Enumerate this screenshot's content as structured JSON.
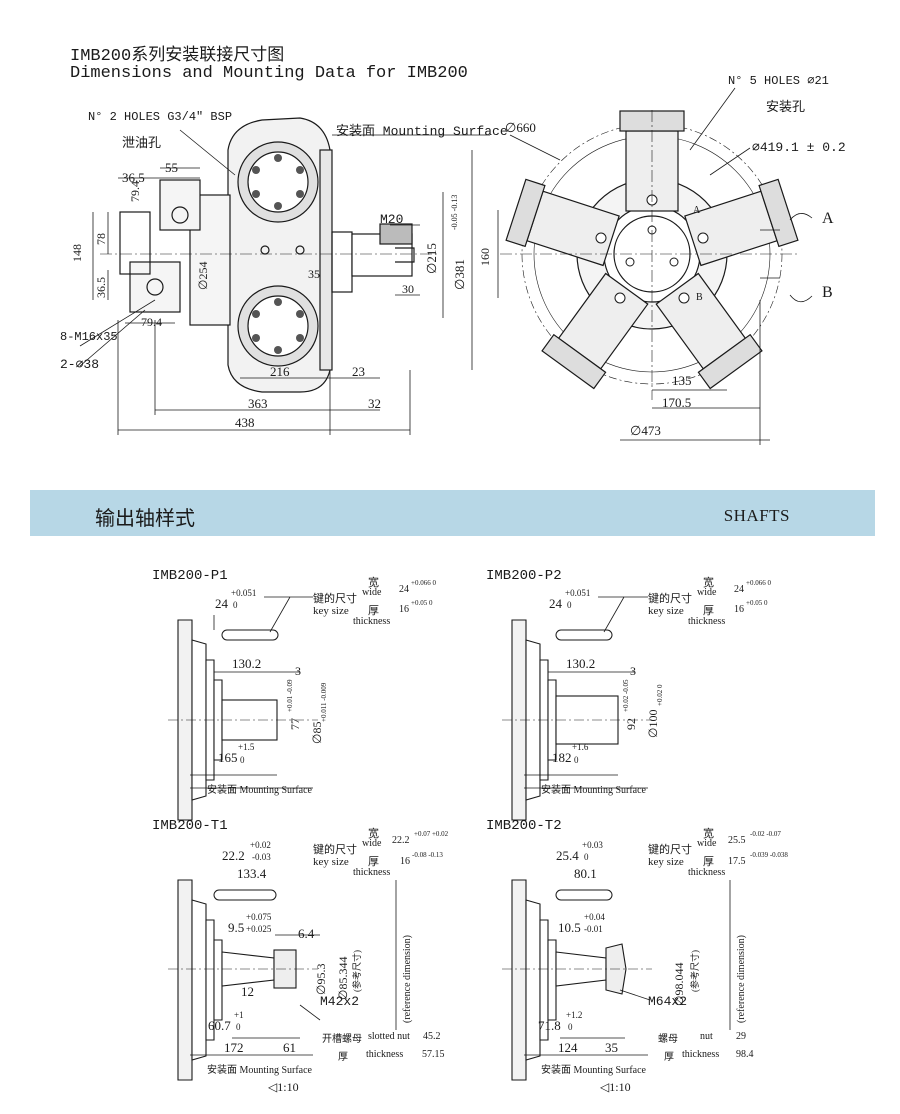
{
  "header": {
    "title_cn": "IMB200系列安装联接尺寸图",
    "title_en": "Dimensions and Mounting Data for IMB200"
  },
  "main_drawing": {
    "holes_label": "N° 2 HOLES G3/4\" BSP",
    "drain_label": "泄油孔",
    "mounting_surface_label": "安装面 Mounting Surface",
    "dims": {
      "d36_5_top": "36.5",
      "d55": "55",
      "d79_4_top": "79.4",
      "d78": "78",
      "d148": "148",
      "d36_5_left": "36.5",
      "d79_4_bottom": "79.4",
      "bolts": "8-M16x35",
      "holes38": "2-∅38",
      "d254": "∅254",
      "d35": "35",
      "m20": "M20",
      "d30": "30",
      "d215": "∅215",
      "d381": "∅381",
      "d381_tol": "-0.05 -0.13",
      "d216": "216",
      "d23": "23",
      "d363": "363",
      "d32": "32",
      "d438": "438"
    },
    "right_view": {
      "holes_label": "N° 5 HOLES ∅21",
      "mount_hole_cn": "安装孔",
      "d660": "∅660",
      "d419": "∅419.1 ± 0.2",
      "d160": "160",
      "d135": "135",
      "d170_5": "170.5",
      "d473": "∅473",
      "port_a": "A",
      "port_b": "B"
    }
  },
  "section_band": {
    "cn": "输出轴样式",
    "en": "SHAFTS"
  },
  "shafts": {
    "p1": {
      "name": "IMB200-P1",
      "d24": "24",
      "d24_tol_up": "+0.051",
      "d24_tol_lo": "0",
      "key_cn": "键的尺寸",
      "key_en": "key size",
      "wide_cn": "宽",
      "wide_en": "wide",
      "wide_val": "24",
      "wide_tol": "+0.066 0",
      "thick_cn": "厚",
      "thick_en": "thickness",
      "thick_val": "16",
      "thick_tol": "+0.05 0",
      "d130_2": "130.2",
      "d3": "3",
      "d77": "77",
      "d77_tol": "+0.01 -0.09",
      "d85": "∅85",
      "d85_tol": "+0.011 -0.009",
      "d165": "165",
      "d165_tol_up": "+1.5",
      "d165_tol_lo": "0",
      "mounting": "安装面 Mounting Surface"
    },
    "p2": {
      "name": "IMB200-P2",
      "d24": "24",
      "d24_tol_up": "+0.051",
      "d24_tol_lo": "0",
      "key_cn": "键的尺寸",
      "key_en": "key size",
      "wide_cn": "宽",
      "wide_en": "wide",
      "wide_val": "24",
      "wide_tol": "+0.066 0",
      "thick_cn": "厚",
      "thick_en": "thickness",
      "thick_val": "16",
      "thick_tol": "+0.05 0",
      "d130_2": "130.2",
      "d3": "3",
      "d92": "92",
      "d92_tol": "+0.02 -0.05",
      "d100": "∅100",
      "d100_tol": "+0.02 0",
      "d182": "182",
      "d182_tol_up": "+1.6",
      "d182_tol_lo": "0",
      "mounting": "安装面 Mounting Surface"
    },
    "t1": {
      "name": "IMB200-T1",
      "d22_2": "22.2",
      "d22_2_tol_up": "+0.02",
      "d22_2_tol_lo": "-0.03",
      "key_cn": "键的尺寸",
      "key_en": "key size",
      "wide_cn": "宽",
      "wide_en": "wide",
      "wide_val": "22.2",
      "wide_tol": "+0.07 +0.02",
      "thick_cn": "厚",
      "thick_en": "thickness",
      "thick_val": "16",
      "thick_tol": "-0.08 -0.13",
      "d133_4": "133.4",
      "d9_5": "9.5",
      "d9_5_tol_up": "+0.075",
      "d9_5_tol_lo": "+0.025",
      "d6_4": "6.4",
      "d95_3": "∅95.3",
      "d85_344": "∅85.344",
      "ref_dim": "(reference dimension)",
      "ref_cn": "(参考尺寸)",
      "d12": "12",
      "m42": "M42x2",
      "d60_7": "60.7",
      "d60_7_tol_up": "+1",
      "d60_7_tol_lo": "0",
      "d172": "172",
      "d61": "61",
      "nut_cn": "开槽螺母",
      "nut_en": "slotted nut",
      "nut_val": "45.2",
      "thick2_cn": "厚",
      "thick2_en": "thickness",
      "thick2_val": "57.15",
      "mounting": "安装面 Mounting Surface",
      "taper": "1:10"
    },
    "t2": {
      "name": "IMB200-T2",
      "d25_4": "25.4",
      "d25_4_tol_up": "+0.03",
      "d25_4_tol_lo": "0",
      "key_cn": "键的尺寸",
      "key_en": "key size",
      "wide_cn": "宽",
      "wide_en": "wide",
      "wide_val": "25.5",
      "wide_tol": "-0.02 -0.07",
      "thick_cn": "厚",
      "thick_en": "thickness",
      "thick_val": "17.5",
      "thick_tol": "-0.039 -0.038",
      "d80_1": "80.1",
      "d10_5": "10.5",
      "d10_5_tol_up": "+0.04",
      "d10_5_tol_lo": "-0.01",
      "d98_044": "∅98.044",
      "ref_dim": "(reference dimension)",
      "ref_cn": "(参考尺寸)",
      "m64": "M64x2",
      "d71_8": "71.8",
      "d71_8_tol_up": "+1.2",
      "d71_8_tol_lo": "0",
      "d124": "124",
      "d35": "35",
      "nut_cn": "螺母",
      "nut_en": "nut",
      "nut_val": "29",
      "thick2_cn": "厚",
      "thick2_en": "thickness",
      "thick2_val": "98.4",
      "mounting": "安装面 Mounting Surface",
      "taper": "1:10"
    }
  }
}
